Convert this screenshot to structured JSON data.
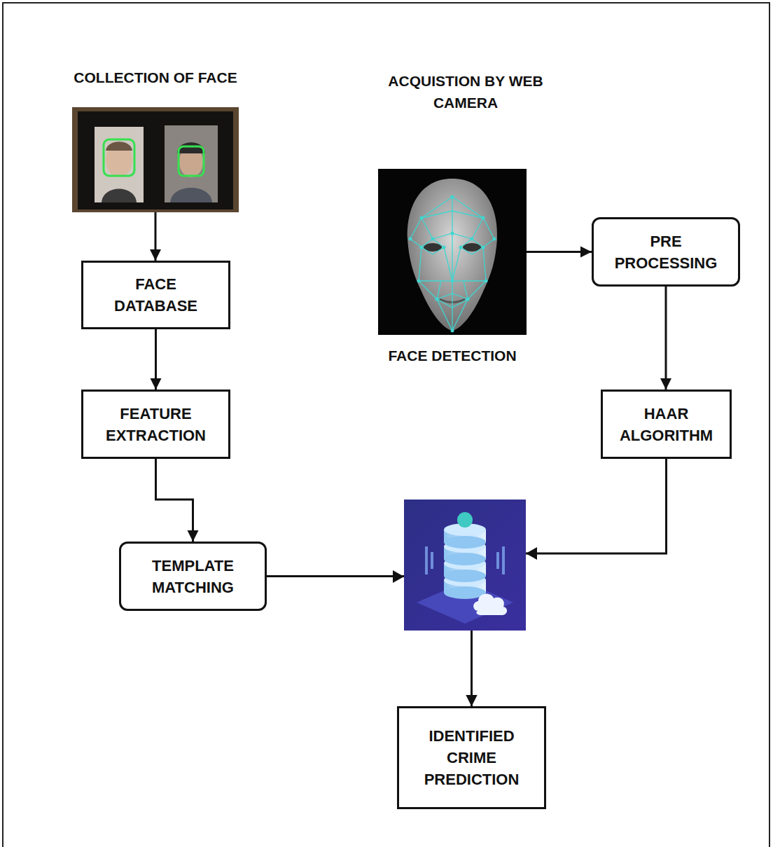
{
  "diagram": {
    "nodes": [
      {
        "text": [
          "COLLECTION OF FACE"
        ]
      },
      {
        "text": [
          "ACQUISTION BY WEB CAMERA",
          "FACE DETECTION"
        ]
      },
      {
        "text": [
          "FACE DATABASE"
        ]
      },
      {
        "text": [
          "PRE PROCESSING"
        ]
      },
      {
        "text": [
          "FEATURE EXTRACTION"
        ]
      },
      {
        "text": [
          "HAAR ALGORITHM"
        ]
      },
      {
        "text": [
          "TEMPLATE MATCHING"
        ]
      },
      {
        "text": [
          "IDENTIFIED CRIME PREDICTION"
        ]
      }
    ],
    "edges": [
      {
        "from": 0,
        "to": 2,
        "arrow": "to"
      },
      {
        "from": 2,
        "to": 4,
        "arrow": "to"
      },
      {
        "from": 4,
        "to": 6,
        "arrow": "to"
      },
      {
        "from": 1,
        "to": 3,
        "arrow": "to"
      },
      {
        "from": 3,
        "to": 5,
        "arrow": "to"
      },
      {
        "from": 6,
        "to": 7,
        "arrow": "to"
      },
      {
        "from": 5,
        "to": 7,
        "arrow": "to"
      }
    ]
  }
}
